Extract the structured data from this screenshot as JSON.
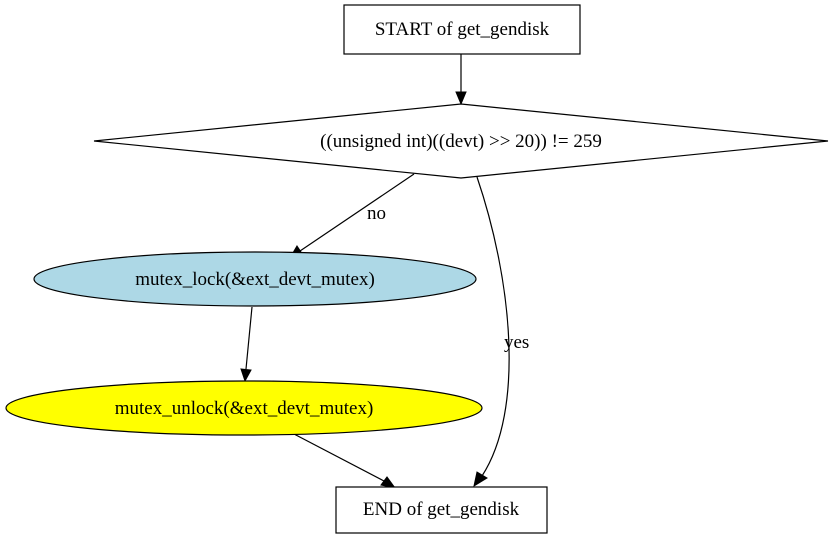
{
  "diagram": {
    "nodes": {
      "start": {
        "label": "START of get_gendisk",
        "shape": "box",
        "fill": "#ffffff"
      },
      "cond": {
        "label": "((unsigned int)((devt) >> 20)) != 259",
        "shape": "diamond",
        "fill": "#ffffff"
      },
      "lock": {
        "label": "mutex_lock(&ext_devt_mutex)",
        "shape": "ellipse",
        "fill": "#add8e6"
      },
      "unlock": {
        "label": "mutex_unlock(&ext_devt_mutex)",
        "shape": "ellipse",
        "fill": "#ffff00"
      },
      "end": {
        "label": "END of get_gendisk",
        "shape": "box",
        "fill": "#ffffff"
      }
    },
    "edges": {
      "start_cond": {
        "from": "start",
        "to": "cond",
        "label": ""
      },
      "cond_lock": {
        "from": "cond",
        "to": "lock",
        "label": "no"
      },
      "cond_end": {
        "from": "cond",
        "to": "end",
        "label": "yes"
      },
      "lock_unlock": {
        "from": "lock",
        "to": "unlock",
        "label": ""
      },
      "unlock_end": {
        "from": "unlock",
        "to": "end",
        "label": ""
      }
    }
  }
}
